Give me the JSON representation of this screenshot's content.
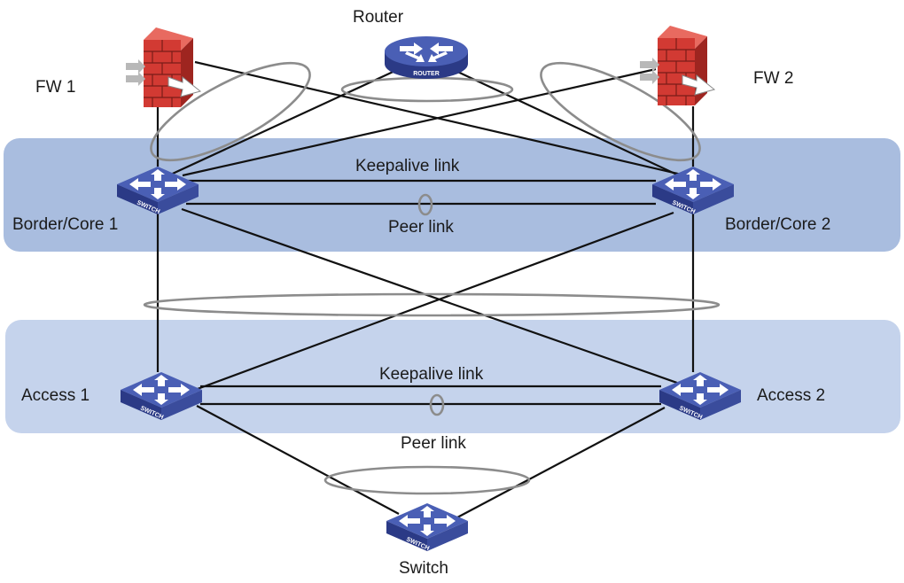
{
  "labels": {
    "router": "Router",
    "fw1": "FW 1",
    "fw2": "FW 2",
    "core1": "Border/Core 1",
    "core2": "Border/Core 2",
    "access1": "Access 1",
    "access2": "Access 2",
    "switch": "Switch",
    "core_keepalive": "Keepalive link",
    "core_peer": "Peer link",
    "access_keepalive": "Keepalive link",
    "access_peer": "Peer link"
  },
  "icon_text": {
    "switch": "SWITCH",
    "router": "ROUTER"
  },
  "colors": {
    "core_band": "#a9bddf",
    "access_band": "#c5d3ec",
    "device_top": "#4a5fb5",
    "device_side": "#2b3a86",
    "firewall": "#d23a33",
    "aggregation_ring": "#8c8c8c",
    "link": "#111111"
  },
  "icons": {
    "router": "router-icon",
    "firewall": "firewall-icon",
    "switch": "switch-icon"
  }
}
